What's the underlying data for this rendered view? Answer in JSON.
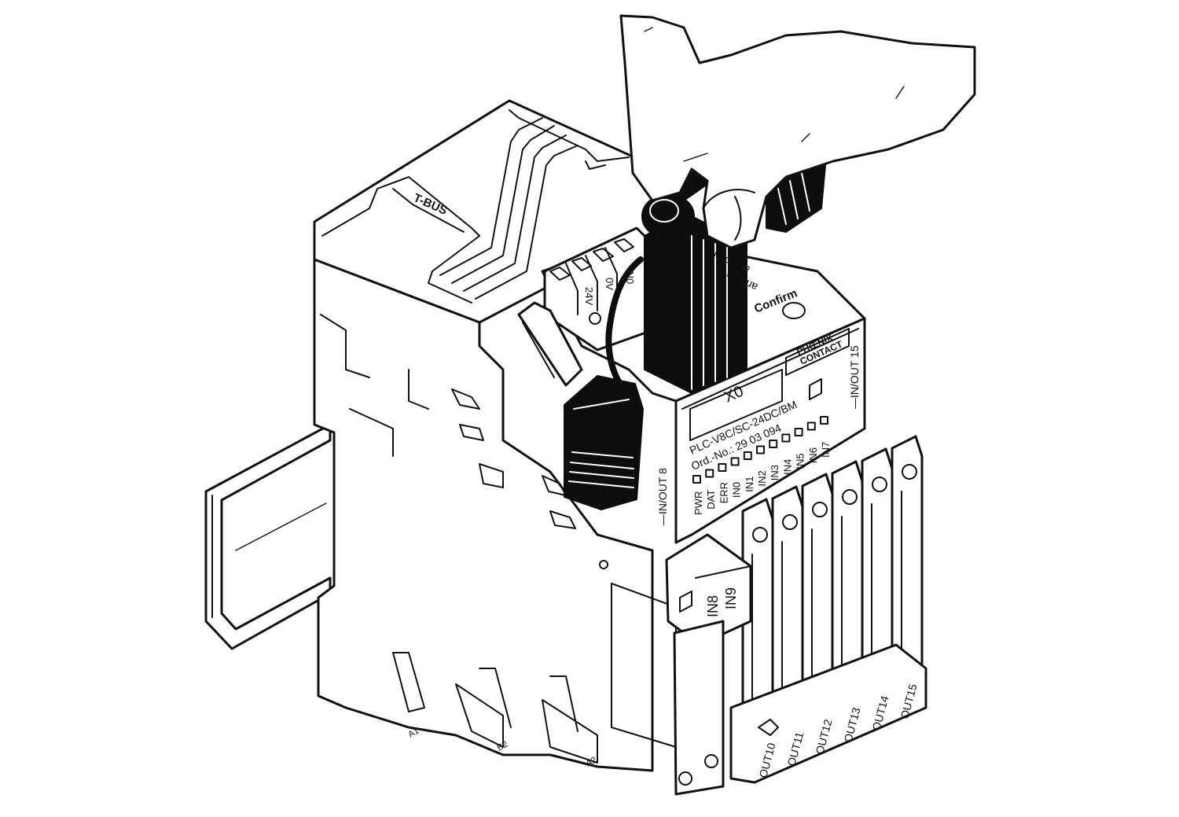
{
  "device": {
    "model": "PLC-V8C/SC-24DC/BM",
    "order_number": "Ord.-No.: 29 03 094",
    "port_label": "X0",
    "brand_line_1": "PHŒNIX",
    "brand_line_2": "CONTACT",
    "confirm_label": "Confirm",
    "io_left_label": "—IN/OUT 8",
    "io_right_label": "—IN/OUT 15",
    "bus_label": "T-BUS",
    "analog_label_1": "analog I",
    "analog_label_2": "analog",
    "led_labels": [
      "PWR",
      "DAT",
      "ERR",
      "IN0",
      "IN1",
      "IN2",
      "IN3",
      "IN4",
      "IN5",
      "IN6",
      "IN7"
    ],
    "top_terminals": [
      "24V",
      "0V",
      "IN0"
    ],
    "input_terminals": [
      "IN8",
      "IN9"
    ],
    "output_terminals": [
      "OUT10",
      "OUT11",
      "OUT12",
      "OUT13",
      "OUT14",
      "OUT15"
    ],
    "base_labels": [
      "A1",
      "B2",
      "A2"
    ]
  }
}
